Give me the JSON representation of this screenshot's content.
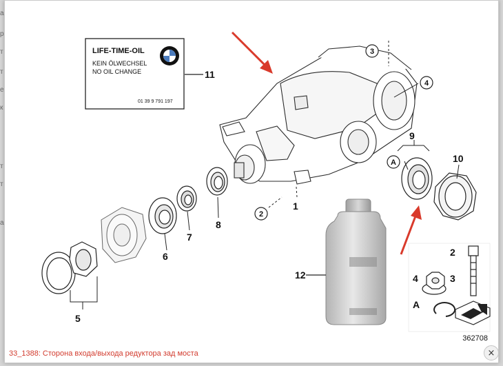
{
  "background_fragments": [
    "а",
    "р",
    "т",
    "т",
    "е",
    "к",
    "т",
    "т",
    "а"
  ],
  "label": {
    "title": "LIFE-TIME-OIL",
    "line1": "KEIN ÖLWECHSEL",
    "line2": "NO OIL CHANGE",
    "part_number": "01 39 9 791 197",
    "logo": "bmw-roundel"
  },
  "callouts": [
    "1",
    "2",
    "3",
    "4",
    "5",
    "6",
    "7",
    "8",
    "9",
    "10",
    "11",
    "12"
  ],
  "detail_letter": "A",
  "legend": {
    "n2": "2",
    "n3": "3",
    "n4": "4",
    "a": "A"
  },
  "diagram_id": "362708",
  "caption": "33_1388: Сторона входа/выхода редуктора зад моста",
  "close_label": "×",
  "colors": {
    "arrow": "#d93a2b",
    "caption": "#d23b2e",
    "line": "#222222",
    "part_gray": "#c8c8c8"
  }
}
